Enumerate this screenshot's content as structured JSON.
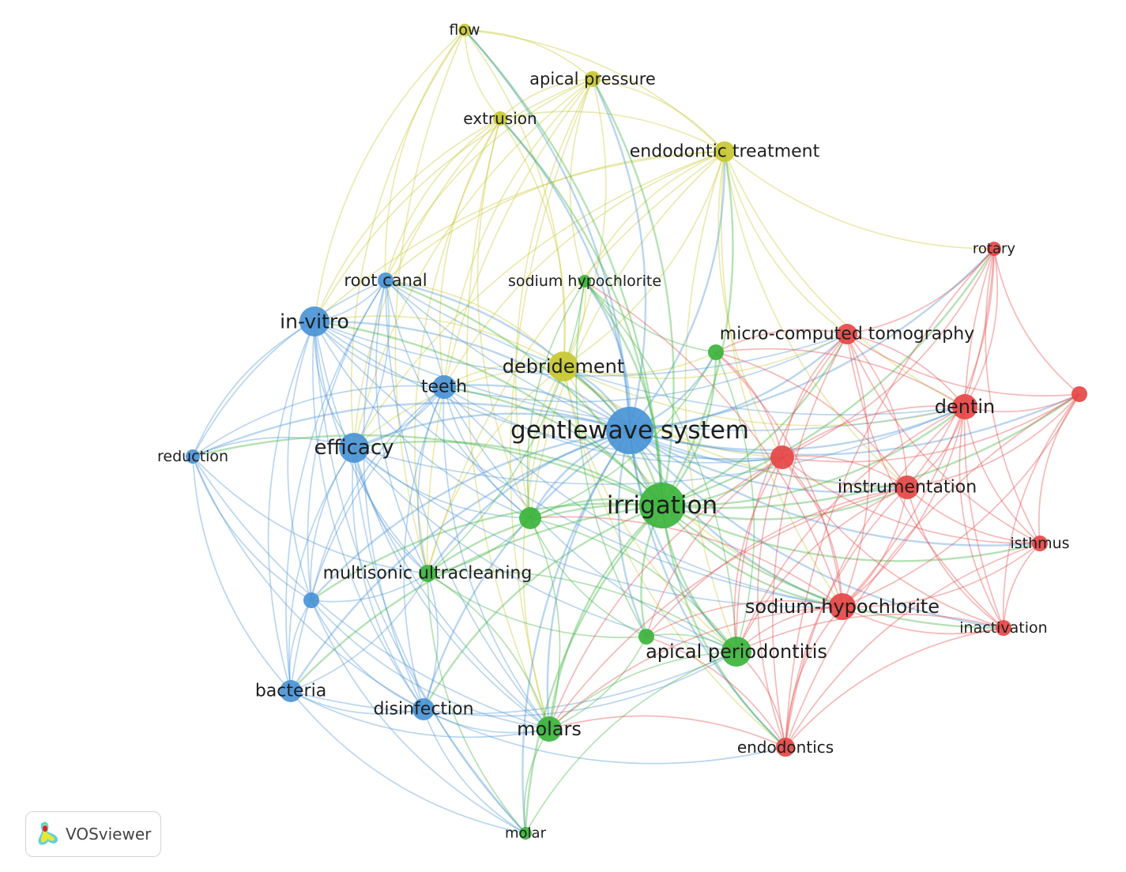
{
  "clusters": {
    "yellow": "#c8c832",
    "blue": "#4a94d6",
    "green": "#3cb43c",
    "red": "#e64646"
  },
  "nodes": [
    {
      "id": 0,
      "label": "flow",
      "cluster": "yellow",
      "weight": 3
    },
    {
      "id": 1,
      "label": "apical pressure",
      "cluster": "yellow",
      "weight": 5
    },
    {
      "id": 2,
      "label": "extrusion",
      "cluster": "yellow",
      "weight": 4
    },
    {
      "id": 3,
      "label": "endodontic treatment",
      "cluster": "yellow",
      "weight": 8
    },
    {
      "id": 4,
      "label": "debridement",
      "cluster": "yellow",
      "weight": 13
    },
    {
      "id": 5,
      "label": "root canal",
      "cluster": "blue",
      "weight": 5
    },
    {
      "id": 6,
      "label": "in-vitro",
      "cluster": "blue",
      "weight": 13
    },
    {
      "id": 7,
      "label": "teeth",
      "cluster": "blue",
      "weight": 9
    },
    {
      "id": 8,
      "label": "efficacy",
      "cluster": "blue",
      "weight": 13
    },
    {
      "id": 9,
      "label": "reduction",
      "cluster": "blue",
      "weight": 4
    },
    {
      "id": 10,
      "label": "",
      "cluster": "blue",
      "weight": 5
    },
    {
      "id": 11,
      "label": "bacteria",
      "cluster": "blue",
      "weight": 8
    },
    {
      "id": 12,
      "label": "disinfection",
      "cluster": "blue",
      "weight": 8
    },
    {
      "id": 13,
      "label": "gentlewave system",
      "cluster": "blue",
      "weight": 22
    },
    {
      "id": 14,
      "label": "sodium hypochlorite",
      "cluster": "green",
      "weight": 4
    },
    {
      "id": 15,
      "label": "",
      "cluster": "green",
      "weight": 5
    },
    {
      "id": 16,
      "label": "",
      "cluster": "green",
      "weight": 7
    },
    {
      "id": 17,
      "label": "irrigation",
      "cluster": "green",
      "weight": 21
    },
    {
      "id": 18,
      "label": "multisonic ultracleaning",
      "cluster": "green",
      "weight": 6
    },
    {
      "id": 19,
      "label": "",
      "cluster": "green",
      "weight": 5
    },
    {
      "id": 20,
      "label": "apical periodontitis",
      "cluster": "green",
      "weight": 12
    },
    {
      "id": 21,
      "label": "molars",
      "cluster": "green",
      "weight": 10
    },
    {
      "id": 22,
      "label": "molar",
      "cluster": "green",
      "weight": 4
    },
    {
      "id": 23,
      "label": "rotary",
      "cluster": "red",
      "weight": 4
    },
    {
      "id": 24,
      "label": "micro-computed tomography",
      "cluster": "red",
      "weight": 7
    },
    {
      "id": 25,
      "label": "dentin",
      "cluster": "red",
      "weight": 10
    },
    {
      "id": 26,
      "label": "",
      "cluster": "red",
      "weight": 5
    },
    {
      "id": 27,
      "label": "",
      "cluster": "red",
      "weight": 9
    },
    {
      "id": 28,
      "label": "instrumentation",
      "cluster": "red",
      "weight": 9
    },
    {
      "id": 29,
      "label": "isthmus",
      "cluster": "red",
      "weight": 5
    },
    {
      "id": 30,
      "label": "sodium-hypochlorite",
      "cluster": "red",
      "weight": 11
    },
    {
      "id": 31,
      "label": "inactivation",
      "cluster": "red",
      "weight": 5
    },
    {
      "id": 32,
      "label": "endodontics",
      "cluster": "red",
      "weight": 7
    }
  ],
  "links": {
    "13": [
      0,
      1,
      2,
      3,
      4,
      5,
      6,
      7,
      8,
      9,
      10,
      11,
      12,
      14,
      15,
      16,
      17,
      18,
      19,
      20,
      21,
      22,
      23,
      24,
      25,
      26,
      27,
      28,
      29,
      30,
      31,
      32
    ],
    "17": [
      0,
      1,
      2,
      3,
      4,
      5,
      6,
      7,
      8,
      9,
      10,
      11,
      12,
      14,
      15,
      16,
      18,
      19,
      20,
      21,
      22,
      23,
      24,
      25,
      26,
      27,
      28,
      29,
      30,
      31,
      32
    ],
    "4": [
      0,
      1,
      2,
      3,
      5,
      6,
      7,
      8,
      14,
      15,
      16,
      18,
      20,
      21,
      24,
      25,
      27,
      28,
      30,
      32
    ],
    "3": [
      0,
      1,
      2,
      5,
      6,
      7,
      8,
      14,
      16,
      18,
      20,
      23,
      24,
      25,
      27,
      28,
      30
    ],
    "1": [
      0,
      2,
      5,
      6,
      7,
      8,
      14,
      16,
      18,
      21
    ],
    "0": [
      2,
      5,
      6,
      8,
      18
    ],
    "2": [
      5,
      6,
      7,
      8,
      16,
      18,
      21
    ],
    "6": [
      5,
      7,
      8,
      9,
      10,
      11,
      12,
      16,
      18,
      21,
      22,
      24,
      25,
      27,
      30
    ],
    "8": [
      5,
      7,
      9,
      10,
      11,
      12,
      16,
      18,
      20,
      21,
      22,
      25,
      30
    ],
    "7": [
      5,
      9,
      10,
      11,
      12,
      16,
      18,
      20,
      21,
      24,
      27,
      30
    ],
    "5": [
      9,
      10,
      11,
      12,
      16,
      18,
      21,
      25,
      28
    ],
    "9": [
      10,
      11,
      12,
      18,
      21
    ],
    "10": [
      11,
      12,
      18,
      21,
      22
    ],
    "11": [
      12,
      18,
      21,
      22,
      20
    ],
    "12": [
      18,
      21,
      22,
      20,
      32
    ],
    "30": [
      20,
      21,
      23,
      24,
      25,
      26,
      27,
      28,
      29,
      31,
      32,
      14,
      15,
      16,
      19
    ],
    "28": [
      20,
      21,
      23,
      24,
      25,
      26,
      27,
      29,
      31,
      32,
      15,
      19
    ],
    "25": [
      23,
      24,
      26,
      27,
      29,
      31,
      32,
      20,
      15
    ],
    "24": [
      23,
      26,
      27,
      29,
      31,
      32,
      20,
      15
    ],
    "27": [
      20,
      21,
      23,
      26,
      29,
      31,
      32,
      15,
      19
    ],
    "23": [
      26,
      29,
      31,
      32
    ],
    "26": [
      29,
      31,
      32
    ],
    "29": [
      31,
      32
    ],
    "31": [
      32,
      20
    ],
    "32": [
      20,
      21,
      19
    ],
    "20": [
      14,
      15,
      16,
      18,
      19,
      21,
      22
    ],
    "21": [
      16,
      18,
      19,
      22
    ],
    "18": [
      16,
      19,
      22,
      14
    ],
    "14": [
      15,
      16,
      19
    ],
    "16": [
      19,
      15
    ]
  },
  "badge": {
    "label": "VOSviewer"
  }
}
